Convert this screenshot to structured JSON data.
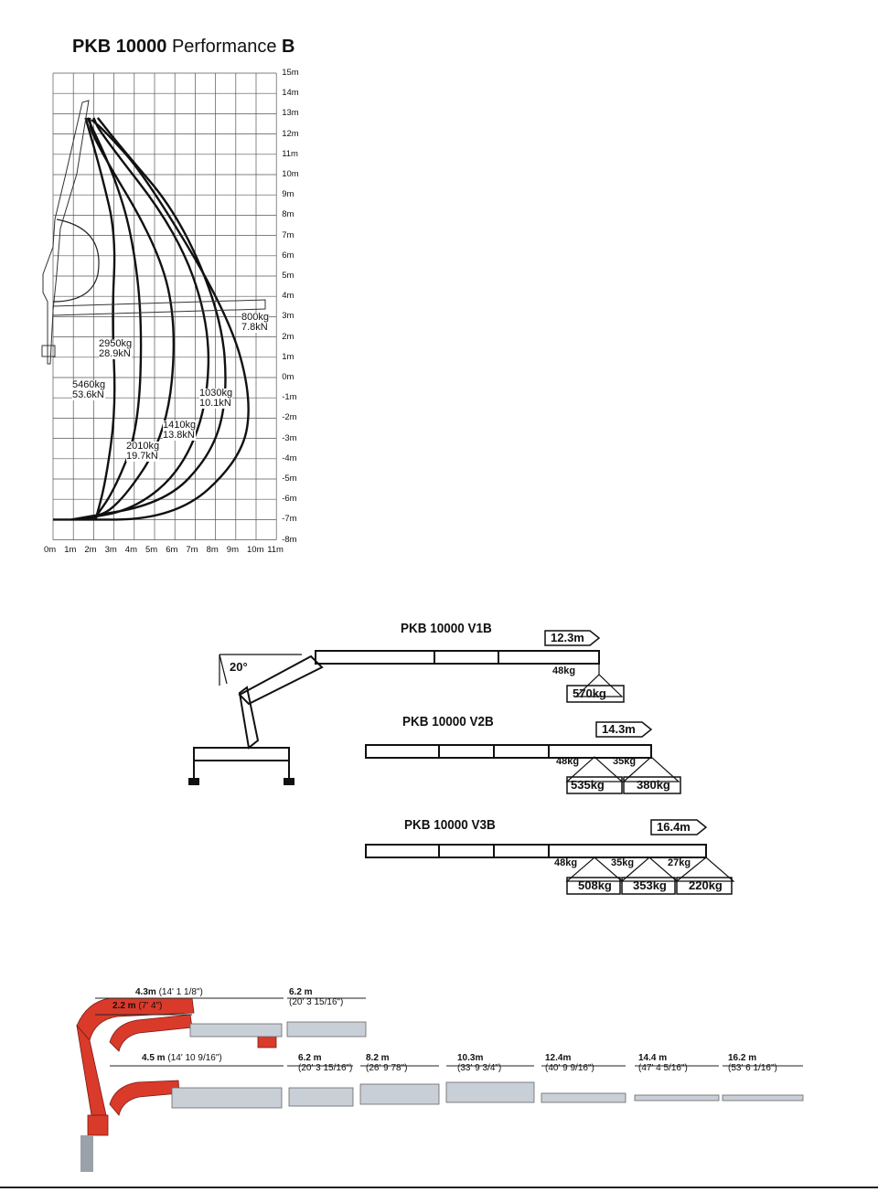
{
  "header": {
    "title_bold": "PKB 10000",
    "title_regular": "Performance",
    "title_suffix": "B"
  },
  "chart_data": {
    "type": "line",
    "title": "PKB 10000 Performance B",
    "y_ticks": [
      "15m",
      "14m",
      "13m",
      "12m",
      "11m",
      "10m",
      "9m",
      "8m",
      "7m",
      "6m",
      "5m",
      "4m",
      "3m",
      "2m",
      "1m",
      "0m",
      "-1m",
      "-2m",
      "-3m",
      "-4m",
      "-5m",
      "-6m",
      "-7m",
      "-8m"
    ],
    "x_ticks": [
      "0m",
      "1m",
      "2m",
      "3m",
      "4m",
      "5m",
      "6m",
      "7m",
      "8m",
      "9m",
      "10m",
      "11m"
    ],
    "xlim": [
      0,
      11
    ],
    "ylim": [
      -8,
      15
    ],
    "grid": true,
    "capacities": [
      {
        "kg": "5460kg",
        "kn": "53.6kN"
      },
      {
        "kg": "2950kg",
        "kn": "28.9kN"
      },
      {
        "kg": "2010kg",
        "kn": "19.7kN"
      },
      {
        "kg": "1410kg",
        "kn": "13.8kN"
      },
      {
        "kg": "1030kg",
        "kn": "10.1kN"
      },
      {
        "kg": "800kg",
        "kn": "7.8kN"
      }
    ]
  },
  "variants": {
    "angle": "20°",
    "v1": {
      "title": "PKB 10000 V1B",
      "reach": "12.3m",
      "attach": "48kg",
      "loads": [
        "570kg"
      ]
    },
    "v2": {
      "title": "PKB 10000 V2B",
      "reach": "14.3m",
      "attach": [
        "48kg",
        "35kg"
      ],
      "loads": [
        "535kg",
        "380kg"
      ]
    },
    "v3": {
      "title": "PKB 10000 V3B",
      "reach": "16.4m",
      "attach": [
        "48kg",
        "35kg",
        "27kg"
      ],
      "loads": [
        "508kg",
        "353kg",
        "220kg"
      ]
    }
  },
  "dimensions": {
    "top_a": "4.3m",
    "top_a_imp": "(14'  1  1/8\")",
    "top_b": "2.2 m",
    "top_b_imp": "(7'  4\")",
    "top_c": "6.2 m",
    "top_c_imp": "(20'  3  15/16\")",
    "bottom_a": "4.5 m",
    "bottom_a_imp": "(14'  10  9/16\")",
    "ext": [
      {
        "m": "6.2 m",
        "imp": "(20'  3  15/16\")"
      },
      {
        "m": "8.2 m",
        "imp": "(26'  9  78\")"
      },
      {
        "m": "10.3m",
        "imp": "(33'  9  3/4\")"
      },
      {
        "m": "12.4m",
        "imp": "(40'  9  9/16\")"
      },
      {
        "m": "14.4 m",
        "imp": "(47'  4  5/16\")"
      },
      {
        "m": "16.2 m",
        "imp": "(53'  6  1/16\")"
      }
    ]
  },
  "colors": {
    "crane_red": "#d93a2a",
    "ink": "#111111",
    "grid": "#555555"
  }
}
